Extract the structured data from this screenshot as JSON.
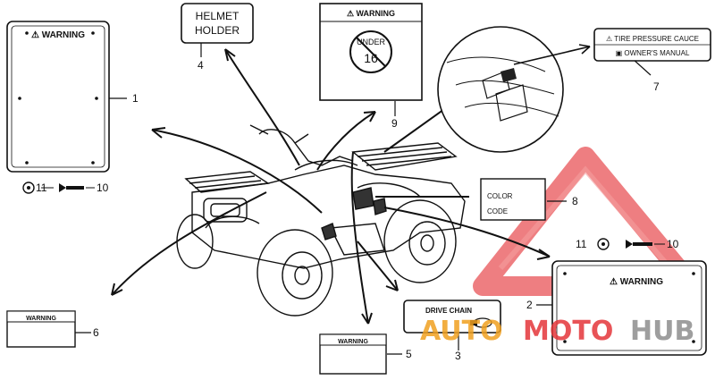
{
  "labels": {
    "warning_left": "WARNING",
    "helmet_line1": "HELMET",
    "helmet_line2": "HOLDER",
    "warning_top": "WARNING",
    "under_text": "UNDER",
    "under_age": "16",
    "tire_line1": "TIRE PRESSURE CAUCE",
    "tire_line2": "OWNER'S MANUAL",
    "color_line1": "COLOR",
    "color_line2": "CODE",
    "warning_right": "WARNING",
    "drive_chain": "DRIVE CHAIN",
    "warning_small": "WARNING",
    "warning_bottom": "WARNING"
  },
  "callouts": {
    "n1": "1",
    "n2": "2",
    "n3": "3",
    "n4": "4",
    "n5": "5",
    "n6": "6",
    "n7": "7",
    "n8": "8",
    "n9": "9",
    "n10a": "10",
    "n10b": "10",
    "n11a": "11",
    "n11b": "11"
  },
  "watermark": {
    "part1": "AUTO",
    "part2": "MOTO",
    "part3": "HUB",
    "color_red": "#e4363a",
    "color_gray": "#8e8e8e"
  },
  "colors": {
    "line": "#111111"
  }
}
